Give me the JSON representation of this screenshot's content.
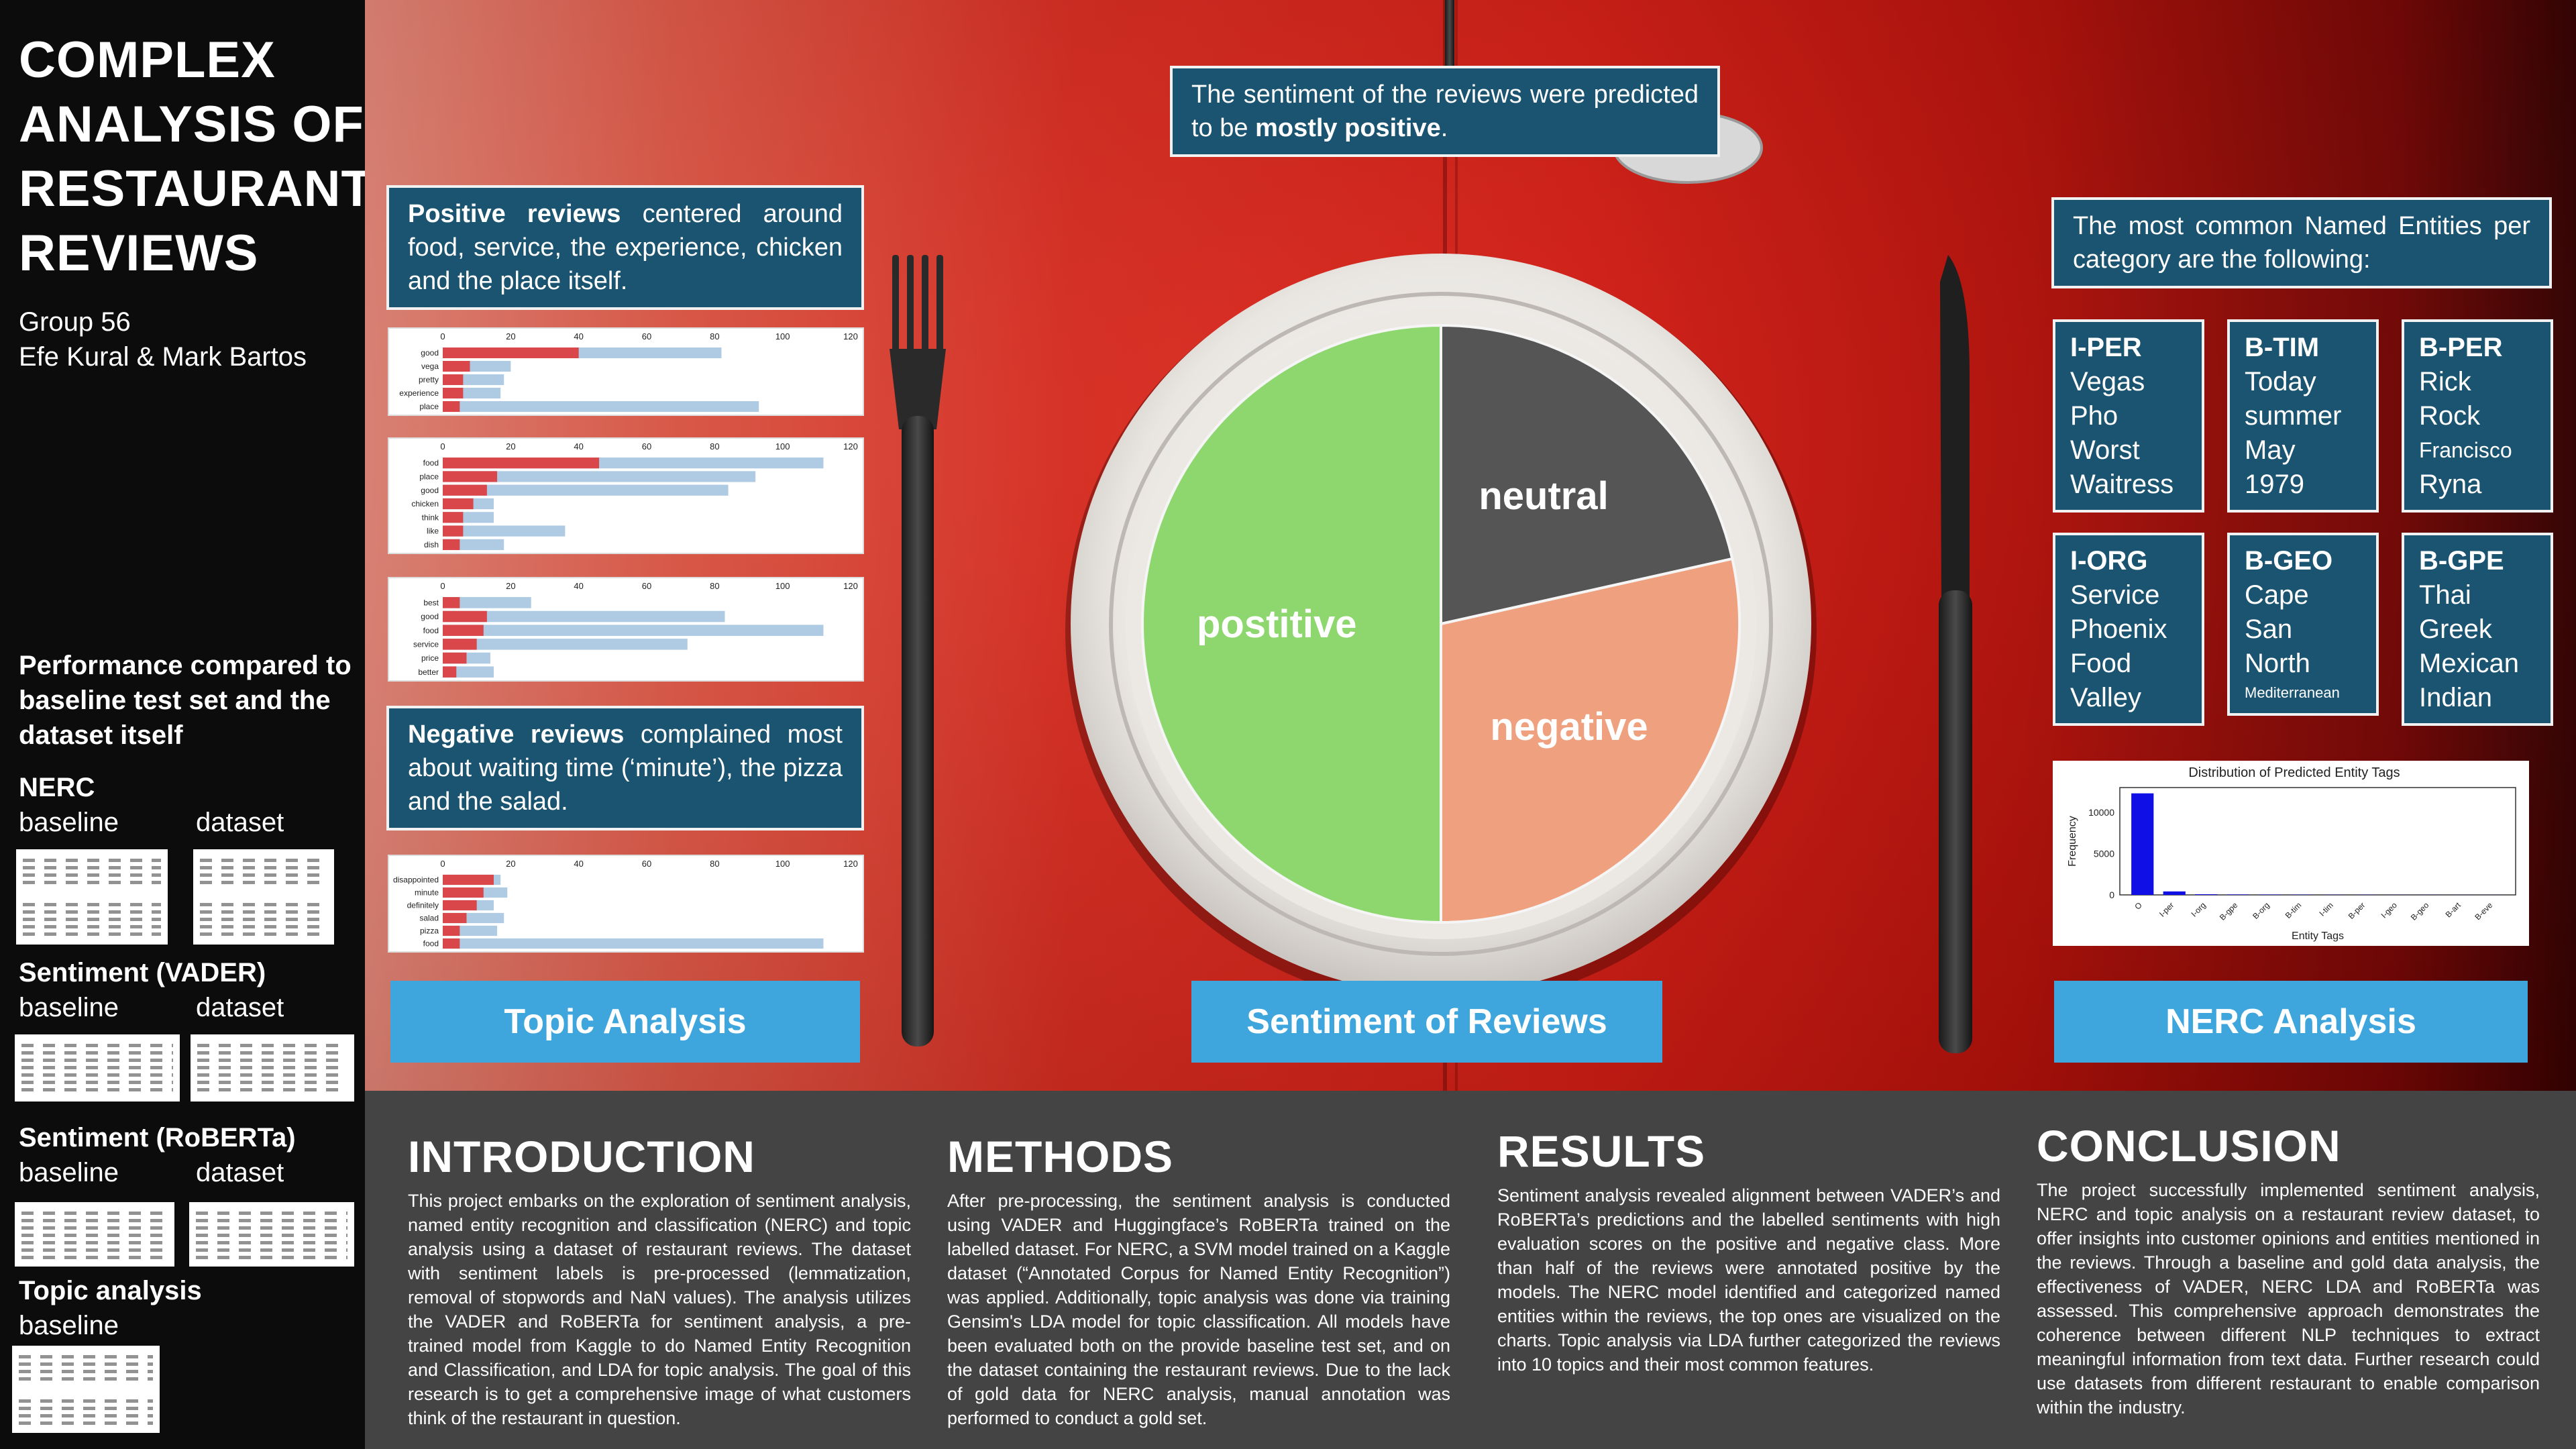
{
  "sidebar": {
    "title_lines": [
      "COMPLEX",
      "ANALYSIS OF",
      "RESTAURANT",
      "REVIEWS"
    ],
    "group": "Group 56",
    "authors": "Efe Kural & Mark Bartos",
    "perf_heading": "Performance compared to baseline test set and the dataset itself",
    "sections": [
      {
        "title": "NERC",
        "left": "baseline",
        "right": "dataset"
      },
      {
        "title": "Sentiment (VADER)",
        "left": "baseline",
        "right": "dataset"
      },
      {
        "title": "Sentiment (RoBERTa)",
        "left": "baseline",
        "right": "dataset"
      },
      {
        "title": "Topic analysis",
        "left": "baseline"
      }
    ]
  },
  "hero": {
    "sentiment_callout": {
      "text": "The sentiment of the reviews were predicted to be ",
      "bold": "mostly positive",
      "end": "."
    },
    "positive_box": {
      "bold": "Positive reviews",
      "text": " centered around food, service, the experience, chicken and the place itself."
    },
    "negative_box": {
      "bold": "Negative reviews",
      "text": " complained most about waiting time (‘minute’), the pizza and the salad."
    },
    "nerc_box": "The most common Named Entities per category are the following:",
    "captions": {
      "topic": "Topic Analysis",
      "sentiment": "Sentiment of Reviews",
      "nerc": "NERC Analysis"
    },
    "pie": {
      "slices": [
        {
          "label": "postitive",
          "value": 50.0,
          "color": "#8ed66e"
        },
        {
          "label": "neutral",
          "value": 21.5,
          "color": "#555555"
        },
        {
          "label": "negative",
          "value": 28.5,
          "color": "#efa17f"
        }
      ]
    },
    "entities": [
      {
        "tag": "I-PER",
        "items": [
          "Vegas",
          "Pho",
          "Worst",
          "Waitress"
        ]
      },
      {
        "tag": "B-TIM",
        "items": [
          "Today",
          "summer",
          "May",
          "1979"
        ]
      },
      {
        "tag": "B-PER",
        "items": [
          "Rick",
          "Rock",
          "Francisco",
          "Ryna"
        ]
      },
      {
        "tag": "I-ORG",
        "items": [
          "Service",
          "Phoenix",
          "Food",
          "Valley"
        ]
      },
      {
        "tag": "B-GEO",
        "items": [
          "Cape",
          "San",
          "North",
          "Mediterranean"
        ]
      },
      {
        "tag": "B-GPE",
        "items": [
          "Thai",
          "Greek",
          "Mexican",
          "Indian"
        ]
      }
    ]
  },
  "chart_data": [
    {
      "type": "bar",
      "orientation": "horizontal",
      "categories": [
        "good",
        "vega",
        "pretty",
        "experience",
        "place"
      ],
      "series": [
        {
          "values": [
            40,
            8,
            6,
            6,
            5
          ],
          "color": "#d9474b"
        },
        {
          "values": [
            82,
            20,
            18,
            17,
            93
          ],
          "color": "#aecbe3"
        }
      ],
      "xticks": [
        0,
        20,
        40,
        60,
        80,
        100,
        120
      ],
      "xlim": [
        0,
        120
      ]
    },
    {
      "type": "bar",
      "orientation": "horizontal",
      "categories": [
        "food",
        "place",
        "good",
        "chicken",
        "think",
        "like",
        "dish"
      ],
      "series": [
        {
          "values": [
            46,
            16,
            13,
            9,
            6,
            6,
            5
          ],
          "color": "#d9474b"
        },
        {
          "values": [
            112,
            92,
            84,
            15,
            15,
            36,
            18
          ],
          "color": "#aecbe3"
        }
      ],
      "xticks": [
        0,
        20,
        40,
        60,
        80,
        100,
        120
      ],
      "xlim": [
        0,
        120
      ]
    },
    {
      "type": "bar",
      "orientation": "horizontal",
      "categories": [
        "best",
        "good",
        "food",
        "service",
        "price",
        "better"
      ],
      "series": [
        {
          "values": [
            5,
            13,
            12,
            10,
            7,
            4
          ],
          "color": "#d9474b"
        },
        {
          "values": [
            26,
            83,
            112,
            72,
            14,
            15
          ],
          "color": "#aecbe3"
        }
      ],
      "xticks": [
        0,
        20,
        40,
        60,
        80,
        100,
        120
      ],
      "xlim": [
        0,
        120
      ]
    },
    {
      "type": "bar",
      "orientation": "horizontal",
      "categories": [
        "disappointed",
        "minute",
        "definitely",
        "salad",
        "pizza",
        "food"
      ],
      "series": [
        {
          "values": [
            15,
            12,
            10,
            7,
            5,
            5
          ],
          "color": "#d9474b"
        },
        {
          "values": [
            17,
            19,
            15,
            18,
            16,
            112
          ],
          "color": "#aecbe3"
        }
      ],
      "xticks": [
        0,
        20,
        40,
        60,
        80,
        100,
        120
      ],
      "xlim": [
        0,
        120
      ]
    },
    {
      "type": "bar",
      "title": "Distribution of Predicted Entity Tags",
      "xlabel": "Entity Tags",
      "ylabel": "Frequency",
      "categories": [
        "O",
        "I-per",
        "I-org",
        "B-gpe",
        "B-org",
        "B-tim",
        "I-tim",
        "B-per",
        "I-geo",
        "B-geo",
        "B-art",
        "B-eve"
      ],
      "values": [
        12300,
        420,
        80,
        50,
        40,
        30,
        20,
        20,
        15,
        15,
        10,
        8
      ],
      "yticks": [
        0,
        5000,
        10000
      ],
      "ylim": [
        0,
        13000
      ]
    }
  ],
  "sections": {
    "introduction": {
      "title": "INTRODUCTION",
      "body": "This project embarks on the exploration of sentiment analysis, named entity recognition and classification (NERC) and topic analysis using a dataset of restaurant reviews. The dataset with sentiment labels is pre-processed (lemmatization, removal of stopwords and NaN values). The analysis utilizes the VADER and RoBERTa for sentiment analysis, a pre-trained model from Kaggle to do Named Entity Recognition and Classification, and LDA for topic analysis. The goal of this research is to get a comprehensive image of what customers think of the restaurant in question."
    },
    "methods": {
      "title": "METHODS",
      "body": "After pre-processing, the sentiment analysis is conducted using VADER and Huggingface’s RoBERTa trained on the labelled dataset. For NERC, a SVM model trained on a Kaggle dataset (“Annotated Corpus for Named Entity Recognition”) was applied. Additionally, topic analysis was done via training Gensim's LDA model for topic classification. All models have been evaluated both on the provide baseline test set, and on the dataset containing the restaurant reviews. Due to the lack of gold data for NERC analysis, manual annotation was performed to conduct a gold set."
    },
    "results": {
      "title": "RESULTS",
      "body": "Sentiment analysis revealed alignment between VADER’s and RoBERTa’s predictions and the labelled sentiments with high evaluation scores on the positive and negative class. More than half of the reviews were annotated positive by the models. The NERC model identified and categorized named entities within the reviews, the top ones are visualized on the charts. Topic analysis via LDA further categorized the reviews into 10 topics and their most common features."
    },
    "conclusion": {
      "title": "CONCLUSION",
      "body": "The project successfully implemented sentiment analysis, NERC and topic analysis on a restaurant review dataset, to offer insights into customer opinions and entities mentioned in the reviews. Through a baseline and gold data analysis, the effectiveness of VADER, NERC LDA and RoBERTa was assessed. This comprehensive approach demonstrates the coherence between different NLP techniques to extract meaningful information from text data. Further research could use datasets from different restaurant to enable comparison within the industry."
    }
  }
}
